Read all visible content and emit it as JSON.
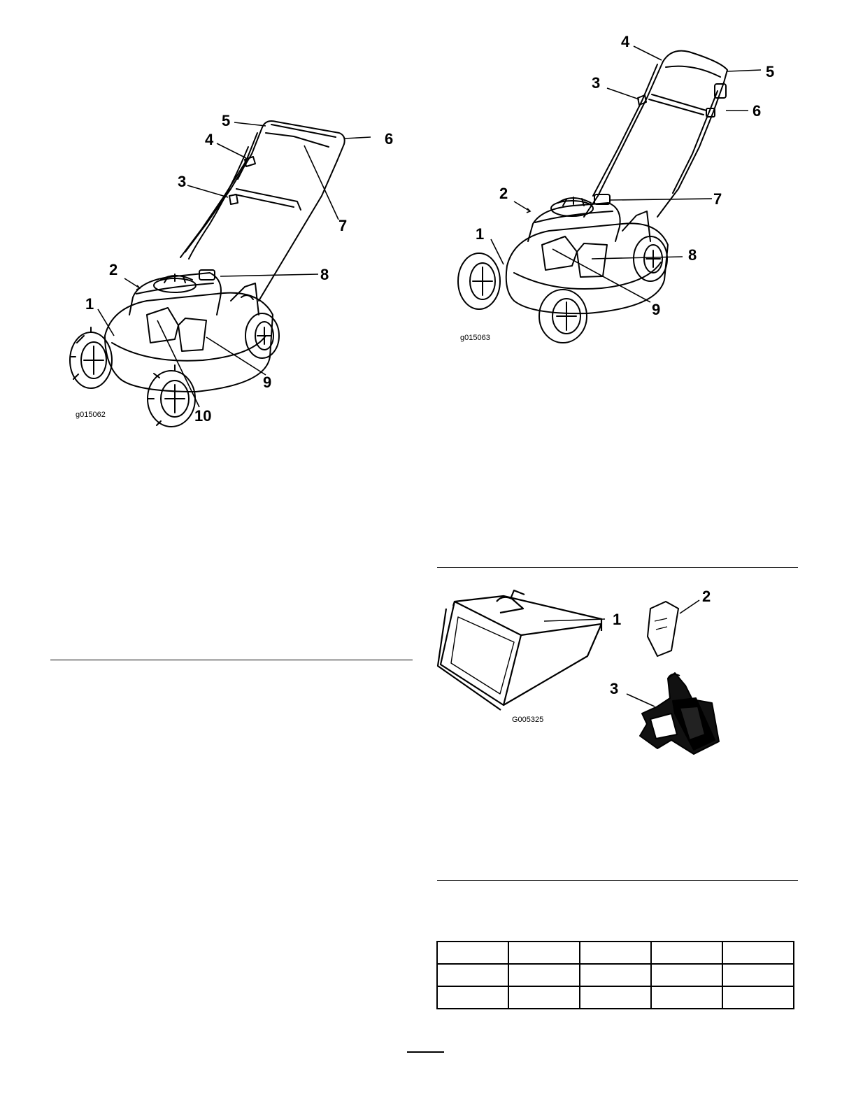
{
  "figures": [
    {
      "id": "fig-left-mower",
      "code": "g015062",
      "callouts": [
        "1",
        "2",
        "3",
        "4",
        "5",
        "6",
        "7",
        "8",
        "9",
        "10"
      ]
    },
    {
      "id": "fig-right-mower",
      "code": "g015063",
      "callouts": [
        "1",
        "2",
        "3",
        "4",
        "5",
        "6",
        "7",
        "8",
        "9"
      ]
    },
    {
      "id": "fig-accessories",
      "code": "G005325",
      "callouts": [
        "1",
        "2",
        "3"
      ]
    }
  ],
  "table": {
    "rows": [
      [
        "",
        "",
        "",
        "",
        ""
      ],
      [
        "",
        "",
        "",
        "",
        ""
      ],
      [
        "",
        "",
        "",
        "",
        ""
      ]
    ]
  }
}
